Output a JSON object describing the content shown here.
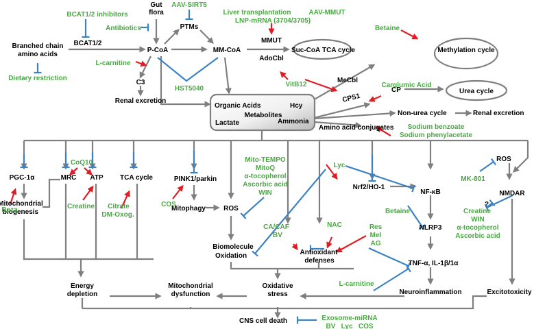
{
  "nodes": {
    "gut_flora": "Gut flora",
    "bcaa": "Branched chain amino acids",
    "bcat": "BCAT1/2",
    "pcoa": "P-CoA",
    "ptms": "PTMs",
    "mmcoa": "MM-CoA",
    "mmut": "MMUT",
    "succoa": "Suc-CoA",
    "tca": "TCA cycle",
    "adocbl": "AdoCbl",
    "mecbl": "MeCbl",
    "methylation": "Methylation cycle",
    "c3": "C3",
    "renal1": "Renal excretion",
    "organic_acids": "Organic Acids",
    "hcy": "Hcy",
    "metabolites": "Metabolites",
    "lactate": "Lactate",
    "ammonia": "Ammonia",
    "cps1": "CPS1",
    "cp": "CP",
    "urea": "Urea cycle",
    "nonurea": "Non-urea cycle",
    "renal2": "Renal excretion",
    "aa_conj": "Amino acid conjugates",
    "pgc": "PGC-1α",
    "mito_bio": "Mitochondrial biogenesis",
    "mrc": "MRC",
    "atp": "ATP",
    "tca2": "TCA cycle",
    "pink": "PINK1/parkin",
    "mitophagy": "Mitophagy",
    "ros": "ROS",
    "biomol": "Biomolecule Oxidation",
    "antiox": "Antioxidant defenses",
    "nrf2": "Nrf2/HO-1",
    "nfkb": "NF-κB",
    "nlrp3": "NLRP3",
    "tnf": "TNF-α, IL-1β/1α",
    "neuroinf": "Neuroinflammation",
    "ros2": "ROS",
    "nmdar": "NMDAR",
    "qmark": "?",
    "energy": "Energy depletion",
    "mito_dys": "Mitochondrial dysfunction",
    "ox_stress": "Oxidative stress",
    "excito": "Excitotoxicity",
    "cns": "CNS cell death"
  },
  "therapies": {
    "bcat_inh": "BCAT1/2 inhibitors",
    "antibiotics": "Antibiotics",
    "diet": "Dietary restriction",
    "aav_sirt5": "AAV-SIRT5",
    "hst5040": "HST5040",
    "lcarn1": "L-carnitine",
    "liver_tx": "Liver transplantation",
    "aav_mmut": "AAV-MMUT",
    "lnp": "LNP-mRNA (3704/3705)",
    "betaine1": "Betaine",
    "vitb12": "VitB12",
    "carglumic": "Carglumic Acid",
    "na_benz": "Sodium benzoate",
    "na_phen": "Sodium phenylacetate",
    "beza": "Beza",
    "coq10": "CoQ10",
    "creatine1": "Creatine",
    "citrate": "Citrate",
    "dmoxog": "DM-Oxog.",
    "cos1": "COS",
    "mito_tempo": "Mito-TEMPO",
    "mitoq": "MitoQ",
    "atoc1": "α-tocopherol",
    "asc1": "Ascorbic acid",
    "win1": "WIN",
    "cacaf": "CA/CAF",
    "bv1": "BV",
    "nac": "NAC",
    "lyc": "Lyc",
    "res": "Res",
    "mel": "Mel",
    "ag": "AG",
    "betaine2": "Betaine",
    "lcarn2": "L-carnitine",
    "mk801": "MK-801",
    "creatine2": "Creatine",
    "win2": "WIN",
    "atoc2": "α-tocopherol",
    "asc2": "Ascorbic acid",
    "exosome": "Exosome-miRNA",
    "bv_lyc_cos": "BV   Lyc   COS"
  },
  "colors": {
    "pathway": "#7f7f7f",
    "activation": "#e01d24",
    "inhibition": "#3b82c4",
    "therapy_text": "#4aa843"
  }
}
